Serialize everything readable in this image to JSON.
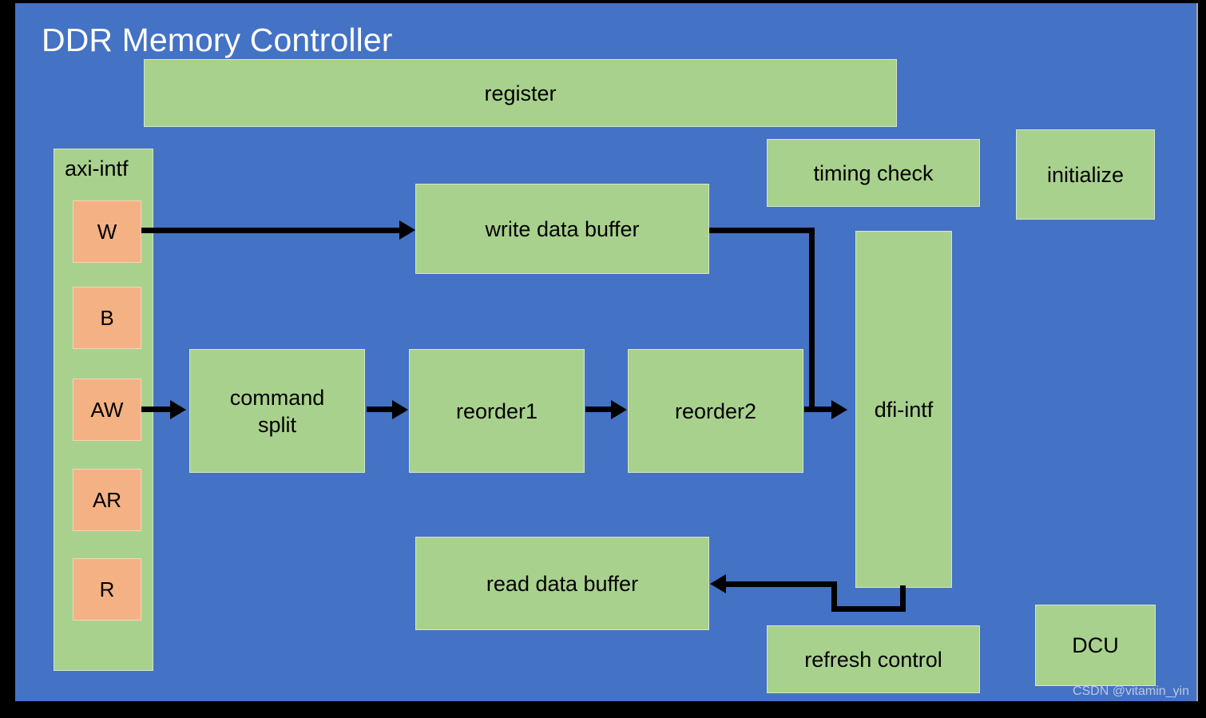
{
  "diagram": {
    "title": "DDR Memory Controller",
    "watermark": "CSDN @vitamin_yin",
    "colors": {
      "canvas_background": "#4472C4",
      "block_fill": "#A9D18E",
      "sub_block_fill": "#F4B183",
      "title_text": "#FFFFFF",
      "block_text": "#000000",
      "connector": "#000000",
      "outer_background": "#000000"
    },
    "blocks": {
      "register": "register",
      "axi_intf": "axi-intf",
      "axi_channels": [
        "W",
        "B",
        "AW",
        "AR",
        "R"
      ],
      "write_data_buffer": "write data buffer",
      "command_split": "command split",
      "command_split_line1": "command",
      "command_split_line2": "split",
      "reorder1": "reorder1",
      "reorder2": "reorder2",
      "dfi_intf": "dfi-intf",
      "timing_check": "timing check",
      "initialize": "initialize",
      "read_data_buffer": "read data buffer",
      "refresh_control": "refresh control",
      "dcu": "DCU"
    },
    "connections": [
      {
        "from": "W",
        "to": "write data buffer"
      },
      {
        "from": "AW",
        "to": "command split"
      },
      {
        "from": "command split",
        "to": "reorder1"
      },
      {
        "from": "reorder1",
        "to": "reorder2"
      },
      {
        "from": "reorder2",
        "to": "dfi-intf"
      },
      {
        "from": "write data buffer",
        "to": "dfi-intf"
      },
      {
        "from": "dfi-intf",
        "to": "read data buffer"
      }
    ]
  }
}
